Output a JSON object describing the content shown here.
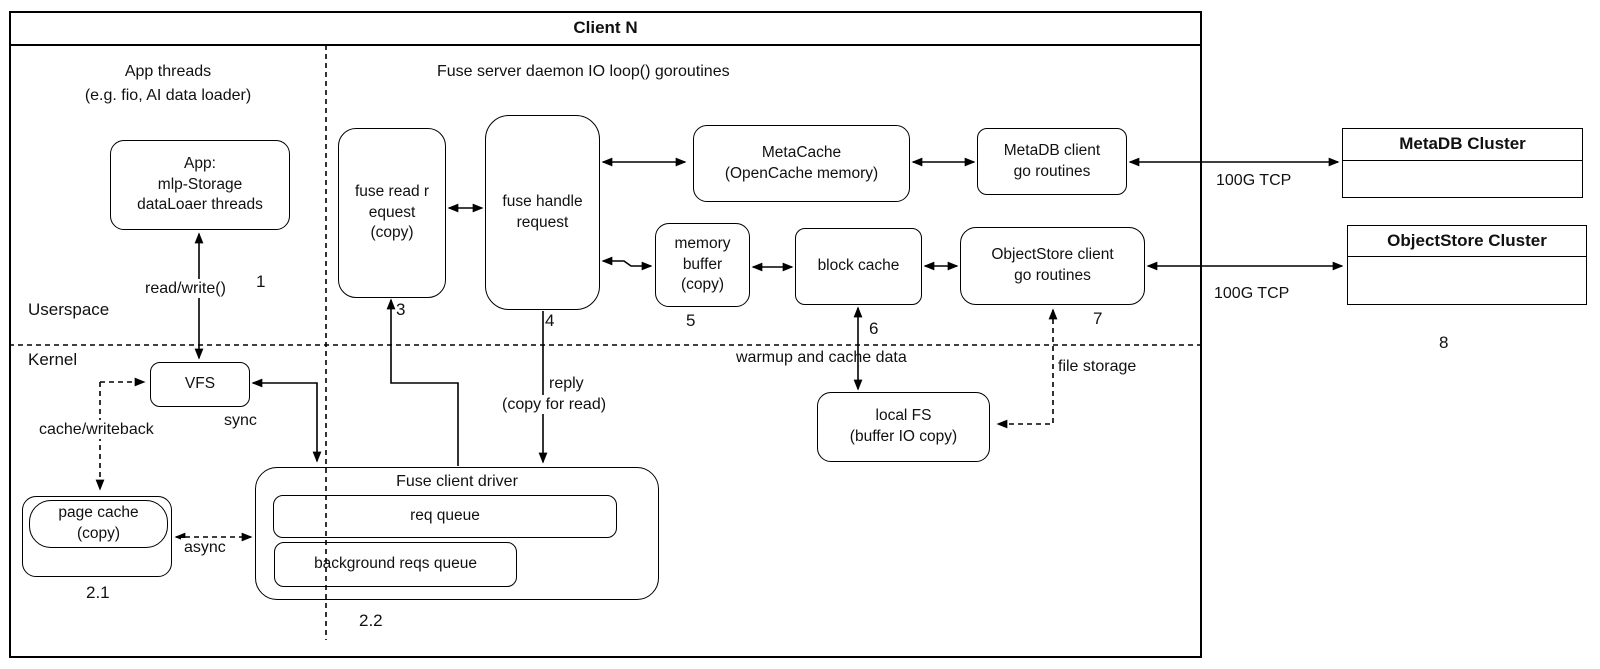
{
  "title": "Client N",
  "labels": {
    "app_threads_1": "App threads",
    "app_threads_2": "(e.g. fio, AI data loader)",
    "fuse_daemon": "Fuse server daemon IO loop() goroutines",
    "userspace": "Userspace",
    "kernel": "Kernel",
    "read_write": "read/write()",
    "sync": "sync",
    "async": "async",
    "cache_writeback": "cache/writeback",
    "reply_1": "reply",
    "reply_2": "(copy for read)",
    "warmup": "warmup and cache data",
    "file_storage": "file storage",
    "tcp_metadb": "100G TCP",
    "tcp_objectstore": "100G TCP"
  },
  "nodes": {
    "app": {
      "l1": "App:",
      "l2": "mlp-Storage",
      "l3": "dataLoaer threads"
    },
    "fuse_read_request": {
      "l1": "fuse read r",
      "l2": "equest",
      "l3": "(copy)"
    },
    "fuse_handle_request": {
      "l1": "fuse handle",
      "l2": "request"
    },
    "metacache": {
      "l1": "MetaCache",
      "l2": "(OpenCache memory)"
    },
    "metadb_client": {
      "l1": "MetaDB client",
      "l2": "go routines"
    },
    "memory_buffer": {
      "l1": "memory",
      "l2": "buffer",
      "l3": "(copy)"
    },
    "block_cache": {
      "l1": "block cache"
    },
    "objectstore_client": {
      "l1": "ObjectStore client",
      "l2": "go routines"
    },
    "local_fs": {
      "l1": "local FS",
      "l2": "(buffer IO copy)"
    },
    "vfs": {
      "l1": "VFS"
    },
    "page_cache": {
      "l1": "page cache",
      "l2": "(copy)"
    },
    "fuse_client_driver": {
      "l1": "Fuse client driver"
    },
    "req_queue": {
      "l1": "req queue"
    },
    "background_reqs_queue": {
      "l1": "background reqs queue"
    },
    "metadb_cluster": {
      "l1": "MetaDB Cluster"
    },
    "objectstore_cluster": {
      "l1": "ObjectStore Cluster"
    }
  },
  "steps": {
    "s1": "1",
    "s2_1": "2.1",
    "s2_2": "2.2",
    "s3": "3",
    "s4": "4",
    "s5": "5",
    "s6": "6",
    "s7": "7",
    "s8": "8"
  },
  "colors": {
    "stroke": "#000000",
    "background": "#ffffff"
  }
}
